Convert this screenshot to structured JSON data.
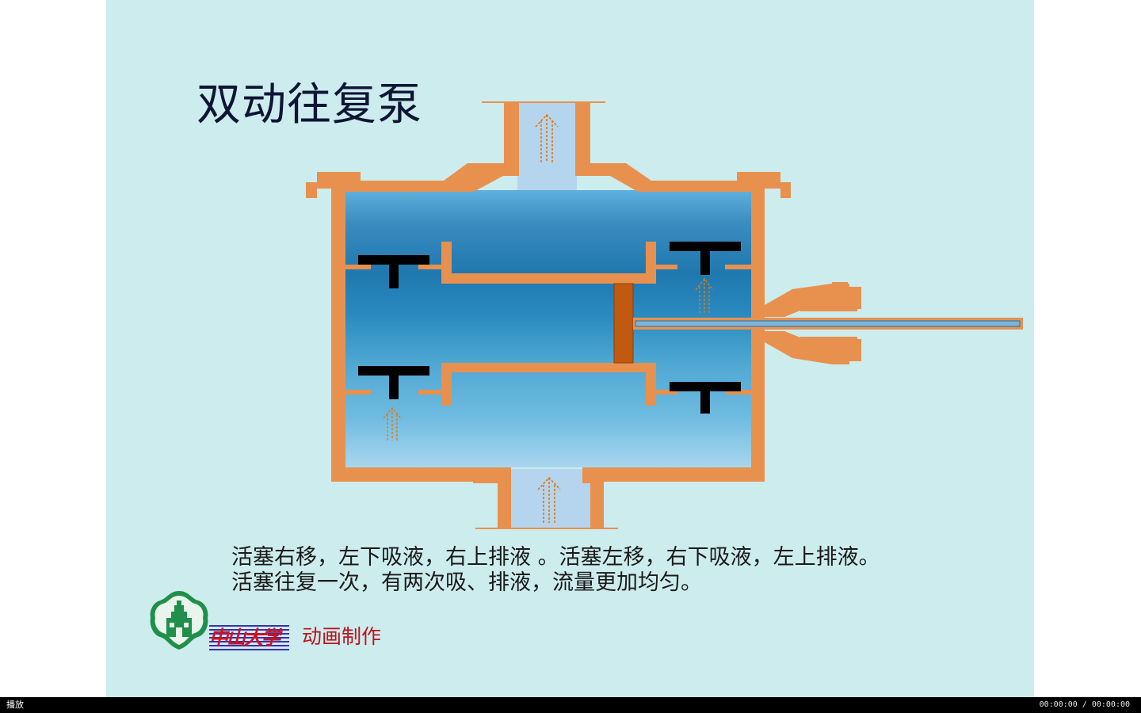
{
  "slide": {
    "title": "双动往复泵",
    "description_line1": "活塞右移，左下吸液，右上排液 。活塞左移，右下吸液，左上排液。",
    "description_line2": "活塞往复一次，有两次吸、排液，流量更加均匀。",
    "university_name": "中山大学",
    "credit": "动画制作"
  },
  "diagram": {
    "colors": {
      "casing": "#e8914f",
      "piston": "#c05a10",
      "valve": "#000000",
      "pipe_fluid": "#b5d4ee",
      "flow_arrow": "#e07a10",
      "water_top": "#5aa8d8",
      "water_mid": "#1f79b0",
      "water_bottom": "#8fc9e8"
    },
    "icons": [
      "flow-arrow-icon",
      "check-valve-icon",
      "piston-icon",
      "piston-rod-icon"
    ]
  },
  "player": {
    "play_label": "播放",
    "time_readout": "00:00:00 / 00:00:00"
  }
}
